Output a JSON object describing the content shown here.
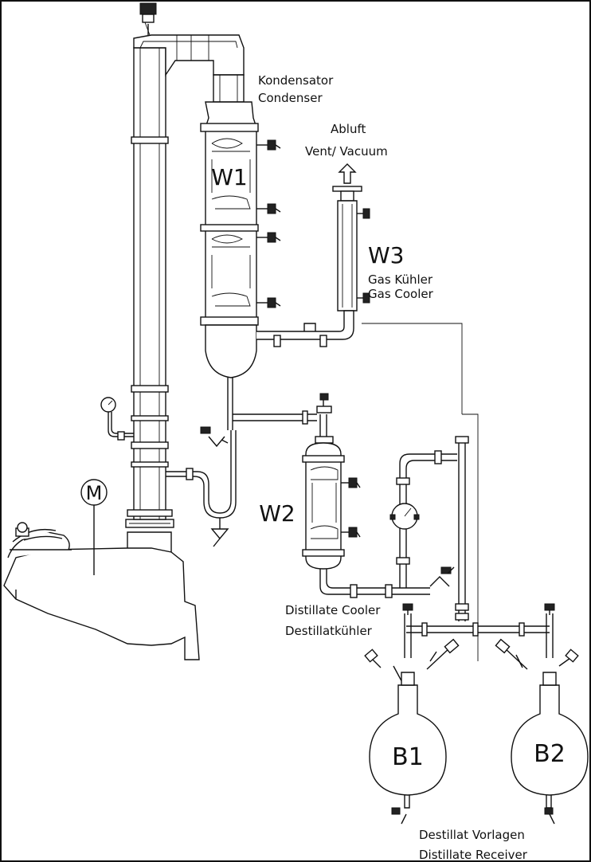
{
  "labels": {
    "condenser_de": "Kondensator",
    "condenser_en": "Condenser",
    "vent_de": "Abluft",
    "vent_en": "Vent/ Vacuum",
    "w1": "W1",
    "w2": "W2",
    "w3": "W3",
    "gas_cooler_de": "Gas Kühler",
    "gas_cooler_en": "Gas Cooler",
    "distillate_cooler_en": "Distillate Cooler",
    "distillate_cooler_de": "Destillatkühler",
    "motor": "M",
    "b1": "B1",
    "b2": "B2",
    "receivers_de": "Destillat Vorlagen",
    "receivers_en": "Distillate Receiver"
  },
  "colors": {
    "line": "#111111",
    "background": "#ffffff",
    "fill_dark": "#222222"
  }
}
